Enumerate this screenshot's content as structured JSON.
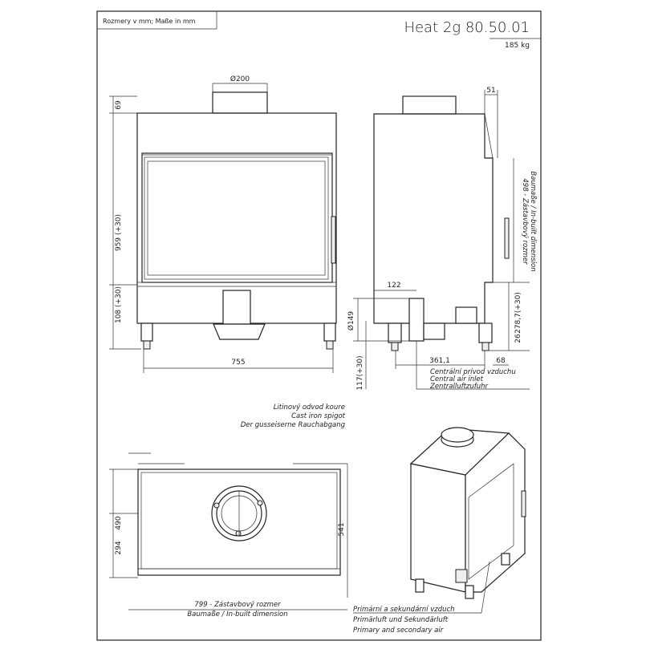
{
  "header": {
    "units_note": "Rozmery v mm; Maße in mm",
    "model": "Heat 2g 80.50.01",
    "weight": "185 kg"
  },
  "front_view": {
    "flue_diameter": "Ø200",
    "dim_top": "69",
    "dim_height": "959 (+30)",
    "dim_bottom": "108 (+30)",
    "dim_width": "755"
  },
  "side_view": {
    "dim_top": "51",
    "dim_inlet_offset": "122",
    "dim_inlet_diameter": "Ø149",
    "dim_inlet_height": "117(+30)",
    "dim_depth": "361,1",
    "dim_foot": "68",
    "dim_26": "26",
    "dim_278": "278,7(+30)",
    "dim_498": "498 - Zástavbový rozmer",
    "dim_498_de": "Baumaße / In-built dimension",
    "central_air": [
      "Centrální prívod vzduchu",
      "Central air inlet",
      "Zentralluftzufuhr"
    ]
  },
  "spigot_note": [
    "Litinový odvod koure",
    "Cast iron spigot",
    "Der gusseiserne Rauchabgang"
  ],
  "top_view": {
    "dim_490": "490",
    "dim_294": "294",
    "dim_541": "541",
    "dim_799": "799 - Zástavbový rozmer",
    "dim_799_de": "Baumaße / In-built dimension"
  },
  "air_note": [
    "Primární a sekundární vzduch",
    "Primärluft und Sekundärluft",
    "Primary and secondary air"
  ]
}
